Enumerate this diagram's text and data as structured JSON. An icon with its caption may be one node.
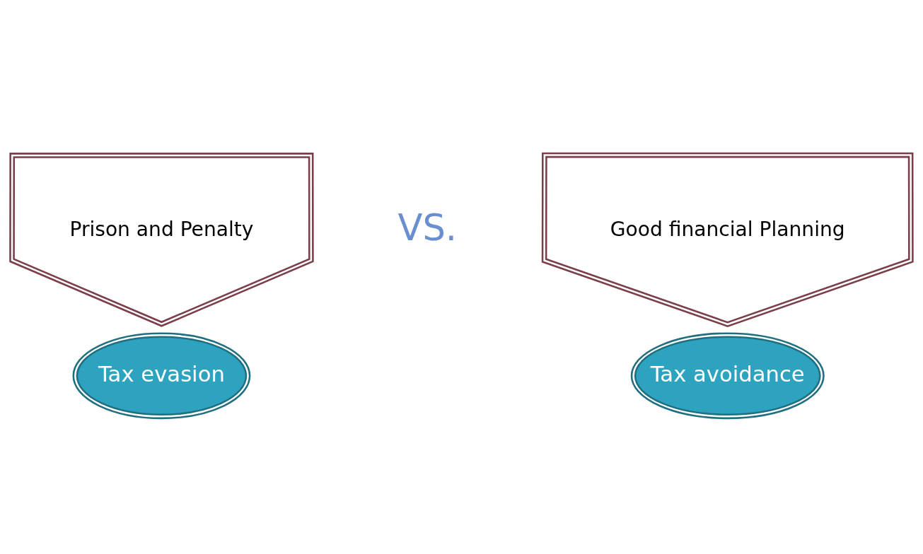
{
  "diagram": {
    "nodes": [
      {
        "text": [
          "Prison and Penalty"
        ]
      },
      {
        "text": [
          "Tax evasion"
        ]
      },
      {
        "text": [
          "Good financial Planning"
        ]
      },
      {
        "text": [
          "Tax avoidance"
        ]
      }
    ],
    "labels": [
      "VS."
    ]
  }
}
